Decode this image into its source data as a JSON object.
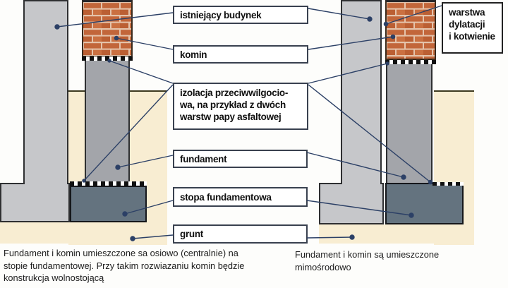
{
  "diagram": {
    "boxes": {
      "existing_building": "istniejący budynek",
      "chimney": "komin",
      "insulation": [
        "izolacja przeciwwilgocio-",
        "wa, na przykład z dwóch",
        "warstw papy asfaltowej"
      ],
      "foundation": "fundament",
      "footing": "stopa fundamentowa",
      "ground": "grunt",
      "dilatation": [
        "warstwa",
        "dylatacji",
        "i kotwienie"
      ]
    },
    "captions": {
      "left": [
        "Fundament i komin umieszczone sa osiowo (centralnie) na",
        "stopie fundamentowej. Przy takim rozwiazaniu komin będzie",
        "konstrukcja wolnostojącą"
      ],
      "right": [
        "Fundament i komin są umieszczone",
        "mimośrodowo"
      ]
    },
    "colors": {
      "wall_gray": "#c6c7ca",
      "column_gray": "#a3a5aa",
      "footing_slate": "#64737f",
      "brick_orange": "#c2663a",
      "mortar_beige": "#e4c3ab",
      "ground_beige": "#f8edd2",
      "ground_line": "#3d3a20",
      "leader_navy": "#2c4066"
    }
  }
}
